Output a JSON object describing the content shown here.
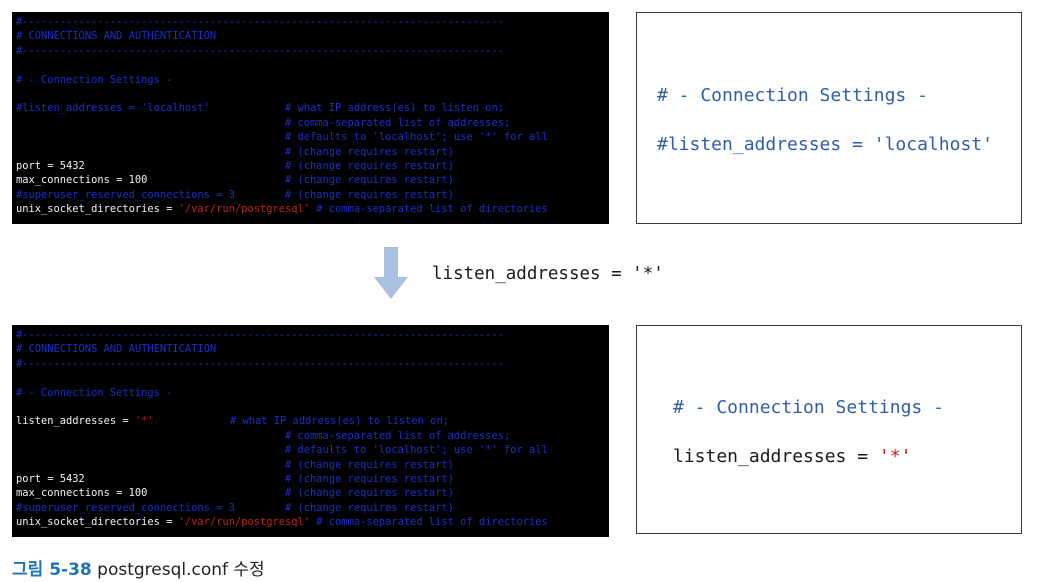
{
  "top_terminal": {
    "lines": [
      {
        "text": "#-----------------------------------------------------------------------------",
        "color": "blue"
      },
      {
        "text": "# CONNECTIONS AND AUTHENTICATION",
        "color": "blue"
      },
      {
        "text": "#-----------------------------------------------------------------------------",
        "color": "blue"
      },
      {
        "text": "",
        "color": "blue"
      },
      {
        "text": "# - Connection Settings -",
        "color": "blue"
      },
      {
        "text": "",
        "color": "blue"
      },
      {
        "key": "#listen_addresses = ",
        "value": "'localhost'",
        "key_color": "blue",
        "value_color": "blue",
        "comment": "# what IP address(es) to listen on;"
      },
      {
        "key": "",
        "comment": "# comma-separated list of addresses;"
      },
      {
        "key": "",
        "comment": "# defaults to 'localhost'; use '*' for all"
      },
      {
        "key": "",
        "comment": "# (change requires restart)"
      },
      {
        "key": "port = 5432",
        "key_color": "white",
        "comment": "# (change requires restart)"
      },
      {
        "key": "max_connections = 100",
        "key_color": "white",
        "comment": "# (change requires restart)"
      },
      {
        "key": "#superuser_reserved_connections = 3",
        "key_color": "blue",
        "comment": "# (change requires restart)"
      },
      {
        "key": "unix_socket_directories = ",
        "value": "'/var/run/postgresql'",
        "key_color": "white",
        "value_color": "red",
        "comment": "# comma-separated list of directories",
        "inline": true
      }
    ]
  },
  "bottom_terminal": {
    "lines": [
      {
        "text": "#-----------------------------------------------------------------------------",
        "color": "blue"
      },
      {
        "text": "# CONNECTIONS AND AUTHENTICATION",
        "color": "blue"
      },
      {
        "text": "#-----------------------------------------------------------------------------",
        "color": "blue"
      },
      {
        "text": "",
        "color": "blue"
      },
      {
        "text": "# - Connection Settings -",
        "color": "blue"
      },
      {
        "text": "",
        "color": "blue"
      },
      {
        "key": "listen_addresses = ",
        "value": "'*'",
        "key_color": "white",
        "value_color": "red",
        "comment": "# what IP address(es) to listen on;",
        "comment_col": "early"
      },
      {
        "key": "",
        "comment": "# comma-separated list of addresses;"
      },
      {
        "key": "",
        "comment": "# defaults to 'localhost'; use '*' for all"
      },
      {
        "key": "",
        "comment": "# (change requires restart)"
      },
      {
        "key": "port = 5432",
        "key_color": "white",
        "comment": "# (change requires restart)"
      },
      {
        "key": "max_connections = 100",
        "key_color": "white",
        "comment": "# (change requires restart)"
      },
      {
        "key": "#superuser_reserved_connections = 3",
        "key_color": "blue",
        "comment": "# (change requires restart)"
      },
      {
        "key": "unix_socket_directories = ",
        "value": "'/var/run/postgresql'",
        "key_color": "white",
        "value_color": "red",
        "comment": "# comma-separated list of directories",
        "inline": true
      }
    ]
  },
  "top_zoom": {
    "section": "# - Connection Settings -",
    "setting_key": "#listen_addresses = ",
    "setting_value": "'localhost'"
  },
  "bottom_zoom": {
    "section": "# - Connection Settings -",
    "setting_key": "listen_addresses = ",
    "setting_value": "'*'"
  },
  "transition": {
    "code": "listen_addresses = '*'"
  },
  "caption": {
    "figure": "그림 5-38",
    "text": " postgresql.conf 수정"
  },
  "colors": {
    "term_blue": "#1c2ec8",
    "term_white": "#f2f2f2",
    "term_red": "#c0211b",
    "zoom_blue": "#2f5ea8",
    "arrow": "#a9c0e0",
    "caption_fig": "#1e73b9"
  }
}
